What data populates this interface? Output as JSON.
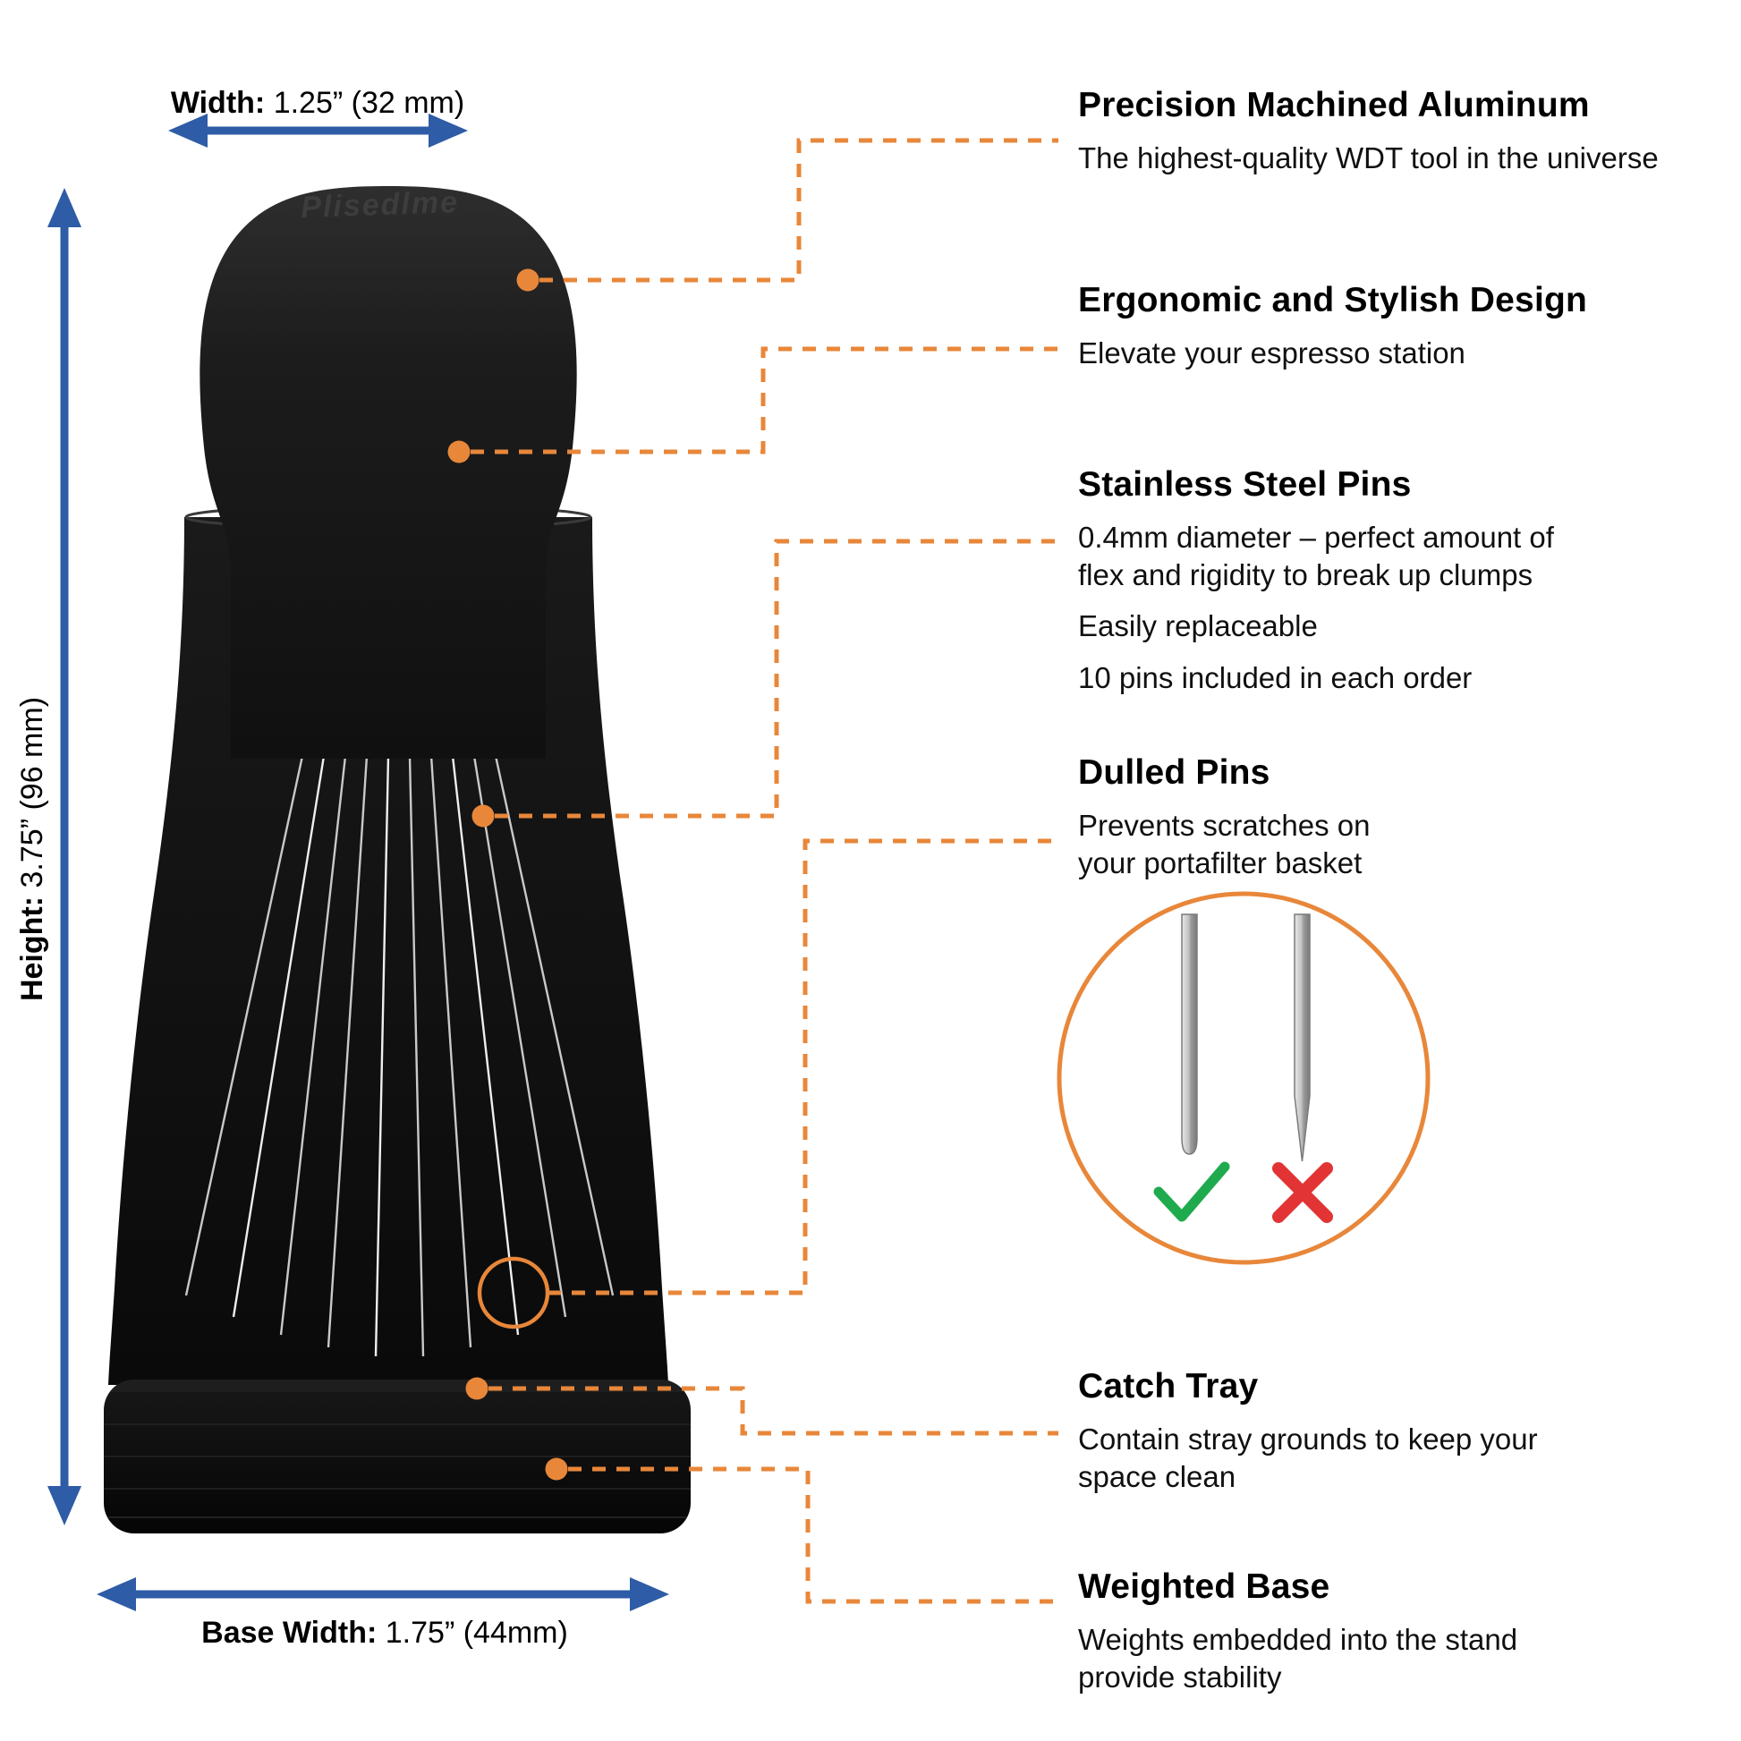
{
  "product": {
    "logo_text": "Plisedlme"
  },
  "dimensions": {
    "width": {
      "label": "Width:",
      "value": "1.25” (32 mm)"
    },
    "height": {
      "label": "Height:",
      "value": "3.75” (96 mm)"
    },
    "base_width": {
      "label": "Base Width:",
      "value": "1.75” (44mm)"
    }
  },
  "features": [
    {
      "title": "Precision Machined Aluminum",
      "lines": [
        "The highest-quality WDT tool in the universe"
      ]
    },
    {
      "title": "Ergonomic and Stylish Design",
      "lines": [
        "Elevate your espresso station"
      ]
    },
    {
      "title": "Stainless Steel Pins",
      "lines": [
        "0.4mm diameter – perfect amount of flex and rigidity to break up clumps",
        "Easily replaceable",
        "10 pins included in each order"
      ]
    },
    {
      "title": "Dulled Pins",
      "lines": [
        "Prevents scratches on your portafilter basket"
      ]
    },
    {
      "title": "Catch Tray",
      "lines": [
        "Contain stray grounds to keep your space clean"
      ]
    },
    {
      "title": "Weighted Base",
      "lines": [
        "Weights embedded into the stand provide stability"
      ]
    }
  ],
  "inset": {
    "good_pin_icon": "check-icon",
    "bad_pin_icon": "x-icon"
  },
  "colors": {
    "arrow_blue": "#2e5ca6",
    "callout_orange": "#e8873a",
    "check_green": "#1faa4e",
    "cross_red": "#e23434",
    "product_black": "#121212",
    "pin_gray": "#c9c9c9"
  }
}
